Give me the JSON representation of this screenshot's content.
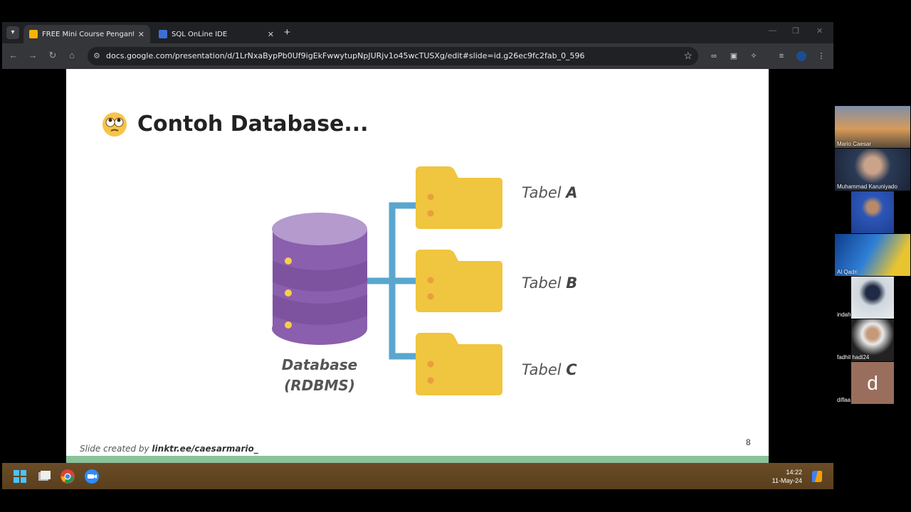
{
  "browser": {
    "tabs": [
      {
        "title": "FREE Mini Course Pengantar Da",
        "favicon_color": "#f4b400",
        "active": true
      },
      {
        "title": "SQL OnLine IDE",
        "favicon_color": "#3b6fd8",
        "active": false
      }
    ],
    "new_tab_symbol": "+",
    "url": "docs.google.com/presentation/d/1LrNxaBypPb0Uf9igEkFwwytupNpJURjv1o45wcTUSXg/edit#slide=id.g26ec9fc2fab_0_596"
  },
  "slide": {
    "title": "Contoh Database...",
    "database_label_line1": "Database",
    "database_label_line2": "(RDBMS)",
    "tables": [
      {
        "prefix": "Tabel ",
        "letter": "A"
      },
      {
        "prefix": "Tabel ",
        "letter": "B"
      },
      {
        "prefix": "Tabel ",
        "letter": "C"
      }
    ],
    "footer_prefix": "Slide created by ",
    "footer_link": "linktr.ee/caesarmario_",
    "page_number": "8",
    "colors": {
      "folder": "#f0c53f",
      "connector": "#5aa6cf",
      "cylinder": "#8a5fad",
      "bottom_bar": "#8bc29a"
    }
  },
  "taskbar": {
    "time": "14:22",
    "date": "11-May-24"
  },
  "participants": [
    {
      "name": "Mario Caesar",
      "color": "#c98f52"
    },
    {
      "name": "Muhammad Karuniyado",
      "color": "#2b3a55"
    },
    {
      "name": "",
      "color": "#2d56b8"
    },
    {
      "name": "Al Qadri",
      "color": "#1d5fb0"
    },
    {
      "name": "indah",
      "color": "#cfd6dd"
    },
    {
      "name": "fadhil hadi24",
      "color": "#e5e5e5"
    },
    {
      "name": "diflaa",
      "color": "#9a6e5c",
      "initial": "d"
    }
  ]
}
